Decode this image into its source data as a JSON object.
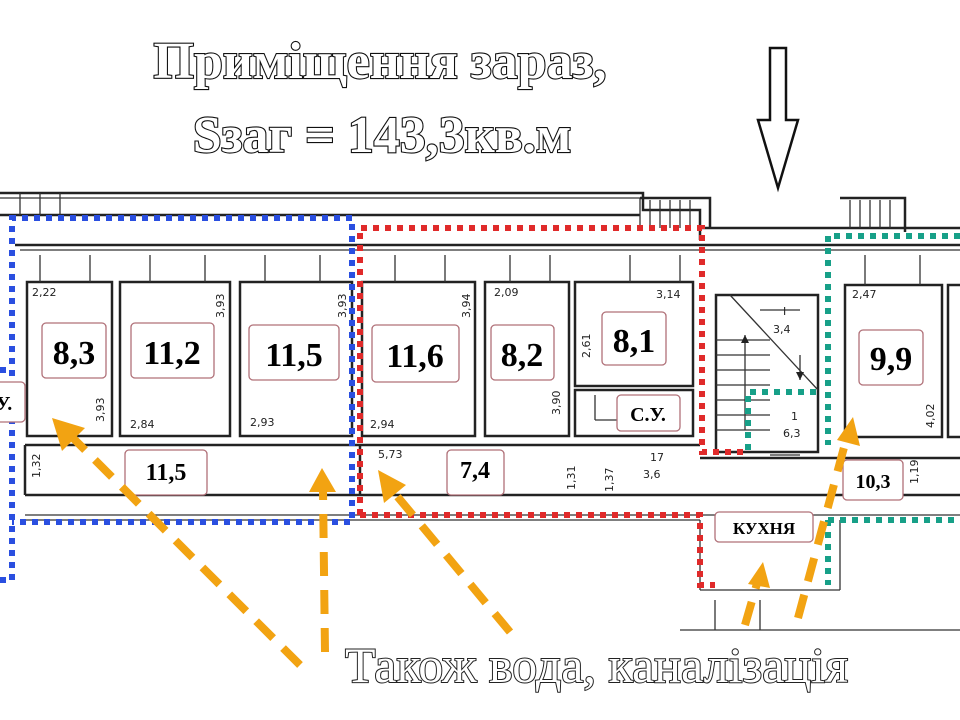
{
  "title": {
    "line1": "Приміщення зараз,",
    "line2": "Sзаг = 143,3кв.м"
  },
  "footer": "Також вода, каналізація",
  "rooms": {
    "r1": "8,3",
    "r2": "11,2",
    "r3": "11,5",
    "r4": "11,6",
    "r5": "8,2",
    "r6": "8,1",
    "r7": "9,9",
    "corridor_left": "11,5",
    "corridor_mid": "7,4",
    "corridor_right": "10,3",
    "wc": "С.У.",
    "wc_left": "У.",
    "kitchen": "КУХНЯ"
  },
  "dimensions": {
    "d1": "2,22",
    "d2": "3,93",
    "d3": "3,93",
    "d4": "2,84",
    "d5": "2,93",
    "d6": "3,93",
    "d7": "2,94",
    "d8": "3,94",
    "d9": "2,09",
    "d10": "3,90",
    "d11": "2,61",
    "d12": "3,14",
    "d13": "1,32",
    "d14": "5,73",
    "d15": "1,31",
    "d16": "1,37",
    "d17": "17",
    "d18": "3,6",
    "d19": "2,47",
    "d20": "4,02",
    "d21": "1,19",
    "stair1_top": "I",
    "stair1_bottom": "3,4",
    "stair2_top": "1",
    "stair2_bottom": "6,3"
  },
  "colors": {
    "zone1": "#2a4fe0",
    "zone2": "#e02a2a",
    "zone3": "#17a088",
    "arrows": "#f2a312"
  }
}
